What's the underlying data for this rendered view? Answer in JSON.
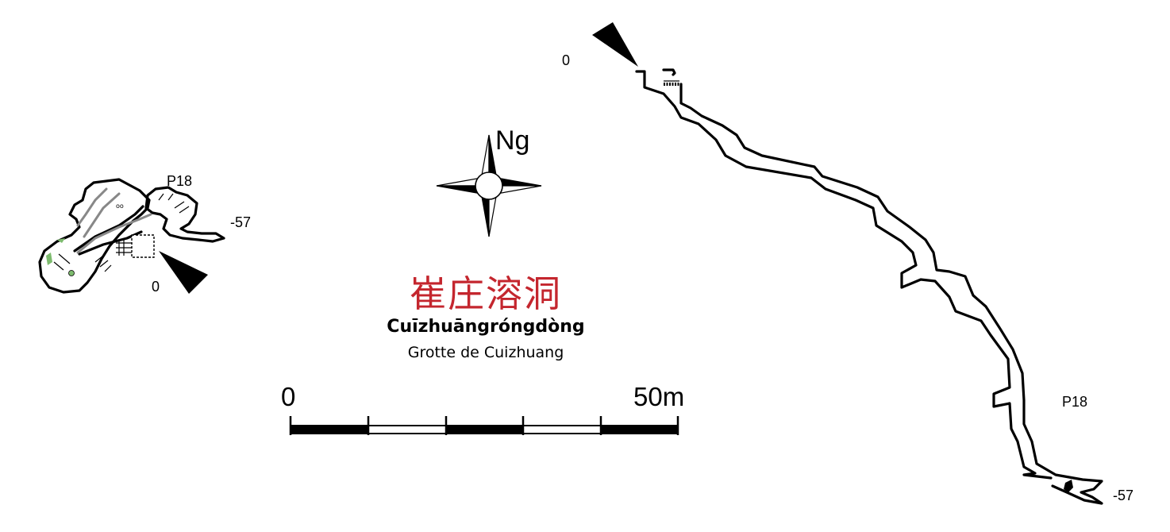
{
  "title": {
    "chinese": "崔庄溶洞",
    "pinyin": "Cuīzhuāngróngdòng",
    "french": "Grotte de Cuizhuang"
  },
  "compass": {
    "label": "Ng",
    "icon": "compass-rose-icon"
  },
  "scale_bar": {
    "start_label": "0",
    "end_label": "50m",
    "segments": 5
  },
  "plan_view": {
    "entrance_depth": "0",
    "pitch_label": "P18",
    "bottom_depth": "-57",
    "entrance_icon": "entrance-triangle-icon"
  },
  "section_view": {
    "entrance_depth": "0",
    "pitch_label": "P18",
    "bottom_depth": "-57",
    "entrance_icon": "entrance-triangle-icon"
  },
  "colors": {
    "title_red": "#c4262e",
    "line": "#000000",
    "passage_grey": "#888888",
    "water_green": "#7dbb6e"
  }
}
